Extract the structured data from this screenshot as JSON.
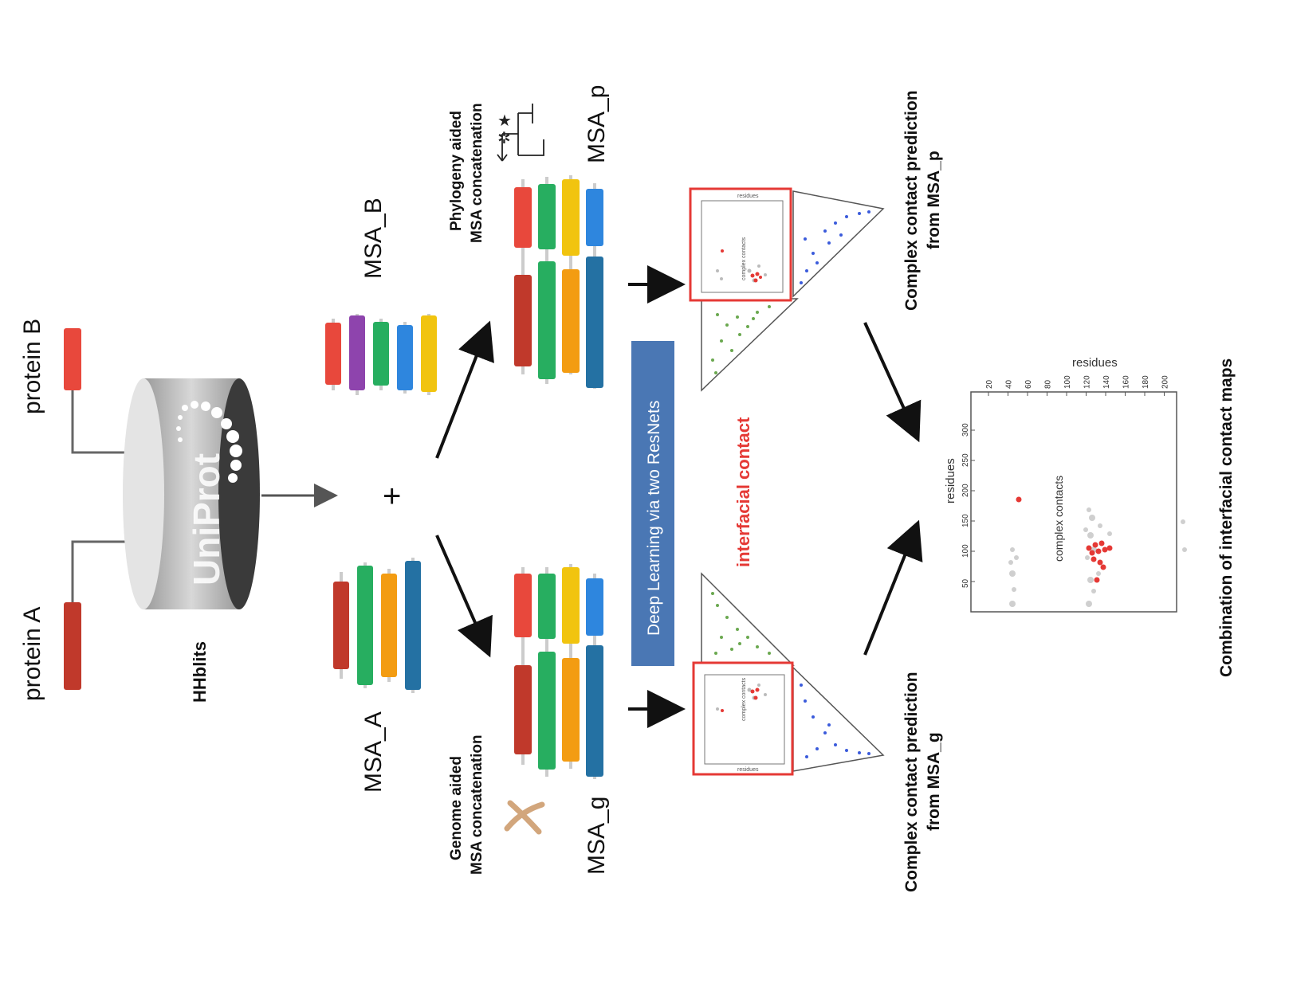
{
  "inputs": {
    "protein_b": "protein B",
    "protein_a": "protein A",
    "search_tool": "HHblits",
    "database_logo": "UniProt"
  },
  "alignments": {
    "msa_b": "MSA_B",
    "msa_a": "MSA_A",
    "plus": "+"
  },
  "pairing": {
    "phylogeny_line1": "Phylogeny aided",
    "phylogeny_line2": "MSA concatenation",
    "genome_line1": "Genome aided",
    "genome_line2": "MSA concatenation",
    "msa_p": "MSA_p",
    "msa_g": "MSA_g"
  },
  "model": {
    "deep_learning": "Deep Learning via two ResNets",
    "interfacial": "interfacial contact"
  },
  "predictions": {
    "from_p_line1": "Complex contact prediction",
    "from_p_line2": "from MSA_p",
    "from_g_line1": "Complex contact prediction",
    "from_g_line2": "from MSA_g",
    "thumb_complex": "complex contacts",
    "thumb_residues": "residues"
  },
  "final_map": {
    "title": "Combination of interfacial contact maps",
    "x_axis_label": "residues",
    "y_axis_label": "residues",
    "inner_label": "complex contacts",
    "x_ticks": [
      "20",
      "40",
      "60",
      "80",
      "100",
      "120",
      "140",
      "160",
      "180",
      "200"
    ],
    "y_ticks": [
      "50",
      "100",
      "150",
      "200",
      "250",
      "300"
    ]
  },
  "colors": {
    "red": "#e8483c",
    "dark_red": "#c0392b",
    "purple": "#8e44ad",
    "green": "#27ae60",
    "blue": "#2e86de",
    "yellow": "#f1c40f",
    "orange": "#f39c12",
    "dark_blue": "#2471a3",
    "model_box": "#4a77b4",
    "highlight_red": "#e53935"
  }
}
